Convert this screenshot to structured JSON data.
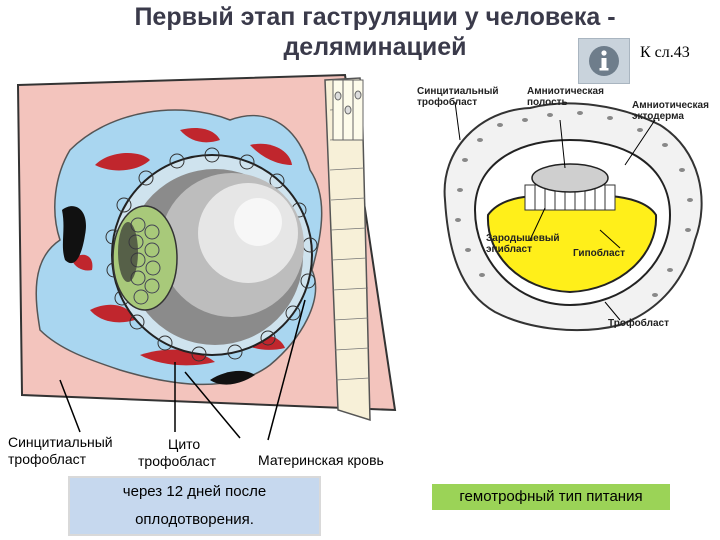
{
  "title": "Первый этап гаструляции  у человека -\nделяминацией",
  "title_line1": "Первый этап гаструляции  у человека -",
  "title_line2": "деляминацией",
  "reference": "К сл.43",
  "info_icon": "info-icon",
  "left_figure": {
    "labels": {
      "syncytial_line1": "Синцитиальный",
      "syncytial_line2": "трофобласт",
      "cyto_line1": "Цито",
      "cyto_line2": "трофобласт",
      "maternal_blood": "Материнская кровь"
    }
  },
  "right_figure": {
    "labels": {
      "syncytial": "Синцитиальный трофобласт",
      "syncytial_line1": "Синцитиальный",
      "syncytial_line2": "трофобласт",
      "amniotic_cavity_line1": "Амниотическая",
      "amniotic_cavity_line2": "полость",
      "amniotic_ecto_line1": "Амниотическая",
      "amniotic_ecto_line2": "эктодерма",
      "germinal_line1": "Зародышевый",
      "germinal_line2": "эпибласт",
      "hypoblast": "Гипобласт",
      "trophoblast": "Трофобласт"
    }
  },
  "note_line1": "через 12 дней после",
  "note_line2": "оплодотворения.",
  "nutrition": "гемотрофный тип питания",
  "colors": {
    "uterus": "#f3c4bd",
    "trophoblast": "#a9d6f0",
    "blood": "#c0262d",
    "yolk": "#ffef1a",
    "nutrition_bg": "#9bd357",
    "note_bg": "#c6d8ee"
  }
}
